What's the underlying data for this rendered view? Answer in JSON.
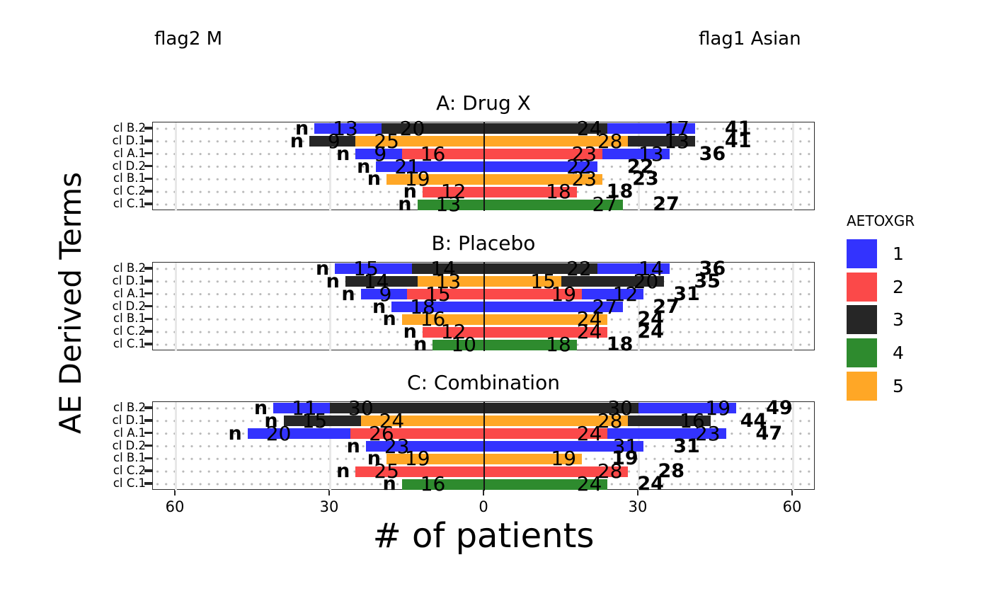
{
  "figure": {
    "top_left_flag": "flag2 M",
    "top_right_flag": "flag1 Asian",
    "ylabel": "AE Derived Terms",
    "xlabel": "# of patients"
  },
  "legend": {
    "title": "AETOXGR",
    "entries": [
      {
        "label": "1",
        "color": "#3333FE"
      },
      {
        "label": "2",
        "color": "#FB4949"
      },
      {
        "label": "3",
        "color": "#262626"
      },
      {
        "label": "4",
        "color": "#2E8B2E"
      },
      {
        "label": "5",
        "color": "#FFA726"
      }
    ]
  },
  "chart_data": {
    "type": "bar",
    "subtype": "stacked-butterfly-horizontal",
    "left_side_header": "flag2 M",
    "right_side_header": "flag1 Asian",
    "bar_prefix_label": "n",
    "grade_colors": {
      "1": "#3333FE",
      "2": "#FB4949",
      "3": "#262626",
      "4": "#2E8B2E",
      "5": "#FFA726"
    },
    "x_axis": {
      "tick_values": [
        -60,
        -30,
        0,
        30,
        60
      ],
      "tick_labels": [
        "60",
        "30",
        "0",
        "30",
        "60"
      ],
      "xlim": [
        -64.5,
        64.5
      ],
      "gridline_values": [
        -60,
        -30,
        30,
        60
      ]
    },
    "categories": [
      "cl B.2",
      "cl D.1",
      "cl A.1",
      "cl D.2",
      "cl B.1",
      "cl C.2",
      "cl C.1"
    ],
    "panels": [
      {
        "title": "A: Drug X",
        "rows": [
          {
            "category": "cl B.2",
            "left": [
              {
                "grade": "3",
                "value": 20
              },
              {
                "grade": "1",
                "value": 13
              }
            ],
            "right": [
              {
                "grade": "3",
                "value": 24
              },
              {
                "grade": "1",
                "value": 17
              }
            ],
            "right_total": 41
          },
          {
            "category": "cl D.1",
            "left": [
              {
                "grade": "5",
                "value": 25
              },
              {
                "grade": "3",
                "value": 9
              }
            ],
            "right": [
              {
                "grade": "5",
                "value": 28
              },
              {
                "grade": "3",
                "value": 13
              }
            ],
            "right_total": 41
          },
          {
            "category": "cl A.1",
            "left": [
              {
                "grade": "2",
                "value": 16
              },
              {
                "grade": "1",
                "value": 9
              }
            ],
            "right": [
              {
                "grade": "2",
                "value": 23
              },
              {
                "grade": "1",
                "value": 13
              }
            ],
            "right_total": 36
          },
          {
            "category": "cl D.2",
            "left": [
              {
                "grade": "1",
                "value": 21
              }
            ],
            "right": [
              {
                "grade": "1",
                "value": 22
              }
            ],
            "right_total": 22
          },
          {
            "category": "cl B.1",
            "left": [
              {
                "grade": "5",
                "value": 19
              }
            ],
            "right": [
              {
                "grade": "5",
                "value": 23
              }
            ],
            "right_total": 23
          },
          {
            "category": "cl C.2",
            "left": [
              {
                "grade": "2",
                "value": 12
              }
            ],
            "right": [
              {
                "grade": "2",
                "value": 18
              }
            ],
            "right_total": 18
          },
          {
            "category": "cl C.1",
            "left": [
              {
                "grade": "4",
                "value": 13
              }
            ],
            "right": [
              {
                "grade": "4",
                "value": 27
              }
            ],
            "right_total": 27
          }
        ]
      },
      {
        "title": "B: Placebo",
        "rows": [
          {
            "category": "cl B.2",
            "left": [
              {
                "grade": "3",
                "value": 14
              },
              {
                "grade": "1",
                "value": 15
              }
            ],
            "right": [
              {
                "grade": "3",
                "value": 22
              },
              {
                "grade": "1",
                "value": 14
              }
            ],
            "right_total": 36
          },
          {
            "category": "cl D.1",
            "left": [
              {
                "grade": "5",
                "value": 13
              },
              {
                "grade": "3",
                "value": 14
              }
            ],
            "right": [
              {
                "grade": "5",
                "value": 15
              },
              {
                "grade": "3",
                "value": 20
              }
            ],
            "right_total": 35
          },
          {
            "category": "cl A.1",
            "left": [
              {
                "grade": "2",
                "value": 15
              },
              {
                "grade": "1",
                "value": 9
              }
            ],
            "right": [
              {
                "grade": "2",
                "value": 19
              },
              {
                "grade": "1",
                "value": 12
              }
            ],
            "right_total": 31
          },
          {
            "category": "cl D.2",
            "left": [
              {
                "grade": "1",
                "value": 18
              }
            ],
            "right": [
              {
                "grade": "1",
                "value": 27
              }
            ],
            "right_total": 27
          },
          {
            "category": "cl B.1",
            "left": [
              {
                "grade": "5",
                "value": 16
              }
            ],
            "right": [
              {
                "grade": "5",
                "value": 24
              }
            ],
            "right_total": 24
          },
          {
            "category": "cl C.2",
            "left": [
              {
                "grade": "2",
                "value": 12
              }
            ],
            "right": [
              {
                "grade": "2",
                "value": 24
              }
            ],
            "right_total": 24
          },
          {
            "category": "cl C.1",
            "left": [
              {
                "grade": "4",
                "value": 10
              }
            ],
            "right": [
              {
                "grade": "4",
                "value": 18
              }
            ],
            "right_total": 18
          }
        ]
      },
      {
        "title": "C: Combination",
        "rows": [
          {
            "category": "cl B.2",
            "left": [
              {
                "grade": "3",
                "value": 30
              },
              {
                "grade": "1",
                "value": 11
              }
            ],
            "right": [
              {
                "grade": "3",
                "value": 30
              },
              {
                "grade": "1",
                "value": 19
              }
            ],
            "right_total": 49
          },
          {
            "category": "cl D.1",
            "left": [
              {
                "grade": "5",
                "value": 24
              },
              {
                "grade": "3",
                "value": 15
              }
            ],
            "right": [
              {
                "grade": "5",
                "value": 28
              },
              {
                "grade": "3",
                "value": 16
              }
            ],
            "right_total": 44
          },
          {
            "category": "cl A.1",
            "left": [
              {
                "grade": "2",
                "value": 26
              },
              {
                "grade": "1",
                "value": 20
              }
            ],
            "right": [
              {
                "grade": "2",
                "value": 24
              },
              {
                "grade": "1",
                "value": 23
              }
            ],
            "right_total": 47
          },
          {
            "category": "cl D.2",
            "left": [
              {
                "grade": "1",
                "value": 23
              }
            ],
            "right": [
              {
                "grade": "1",
                "value": 31
              }
            ],
            "right_total": 31
          },
          {
            "category": "cl B.1",
            "left": [
              {
                "grade": "5",
                "value": 19
              }
            ],
            "right": [
              {
                "grade": "5",
                "value": 19
              }
            ],
            "right_total": 19
          },
          {
            "category": "cl C.2",
            "left": [
              {
                "grade": "2",
                "value": 25
              }
            ],
            "right": [
              {
                "grade": "2",
                "value": 28
              }
            ],
            "right_total": 28
          },
          {
            "category": "cl C.1",
            "left": [
              {
                "grade": "4",
                "value": 16
              }
            ],
            "right": [
              {
                "grade": "4",
                "value": 24
              }
            ],
            "right_total": 24
          }
        ]
      }
    ]
  }
}
